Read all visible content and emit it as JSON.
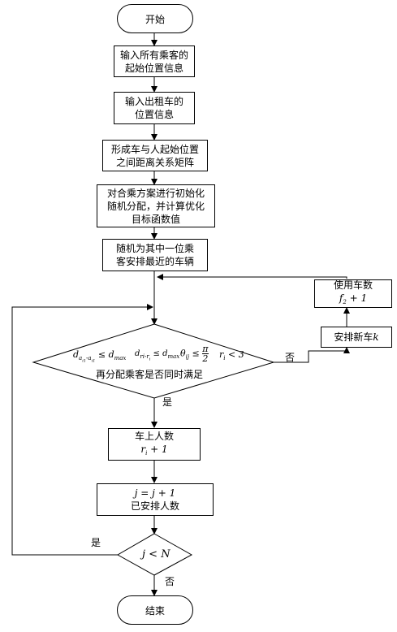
{
  "nodes": {
    "start": "开始",
    "input_passengers": [
      "输入所有乘客的",
      "起始位置信息"
    ],
    "input_taxis": [
      "输入出租车的",
      "位置信息"
    ],
    "distance_matrix": [
      "形成车与人起始位置",
      "之间距离关系矩阵"
    ],
    "init_assign": [
      "对合乘方案进行初始化",
      "随机分配，并计算优化",
      "目标函数值"
    ],
    "random_assign": [
      "随机为其中一位乘",
      "客安排最近的车辆"
    ],
    "decision_text": "再分配乘客是否同时满足",
    "car_people": "车上人数",
    "car_people_formula": "r_i + 1",
    "j_increment": "j = j + 1",
    "arranged_count": "已安排人数",
    "loop_condition": "j < N",
    "new_car": "安排新车k",
    "car_count": "使用车数",
    "car_count_formula": "f_2 + 1",
    "end": "结束"
  },
  "labels": {
    "yes_down": "是",
    "no_right": "否",
    "yes_left": "是",
    "no_down": "否"
  },
  "conditions": {
    "c1": "d_{a_{i1}-a_{i1}} ≤ d_max",
    "c2": "d_{ri-r_i} ≤ d_max",
    "c3": "θ_ij ≤ π/2",
    "c4": "r_i < 3"
  }
}
